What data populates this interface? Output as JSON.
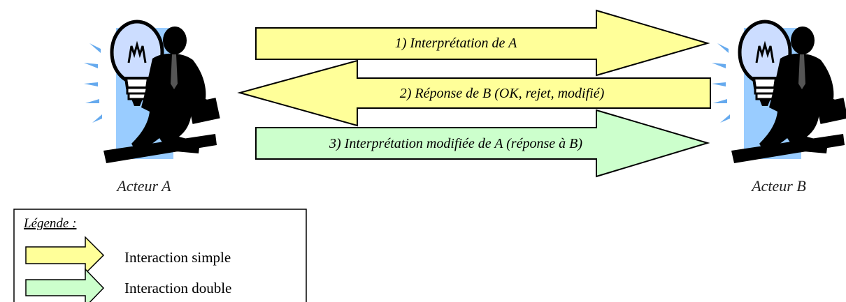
{
  "arrows": [
    {
      "label": "1) Interprétation de A",
      "type": "simple",
      "direction": "A-to-B"
    },
    {
      "label": "2) Réponse de B (OK, rejet, modifié)",
      "type": "simple",
      "direction": "B-to-A"
    },
    {
      "label": "3) Interprétation modifiée de A (réponse à B)",
      "type": "double",
      "direction": "A-to-B"
    }
  ],
  "actors": {
    "a": {
      "label": "Acteur A",
      "icon": "businessman-lightbulb-icon"
    },
    "b": {
      "label": "Acteur B",
      "icon": "businessman-lightbulb-icon"
    }
  },
  "legend": {
    "title": "Légende :",
    "items": [
      {
        "label": "Interaction simple",
        "type": "simple"
      },
      {
        "label": "Interaction double",
        "type": "double"
      }
    ]
  },
  "colors": {
    "simple_fill": "#ffff99",
    "double_fill": "#ccffcc",
    "outline": "#000000",
    "panel_blue": "#99ccff",
    "bulb_blue": "#99ccff",
    "ray_blue": "#66aaee"
  }
}
